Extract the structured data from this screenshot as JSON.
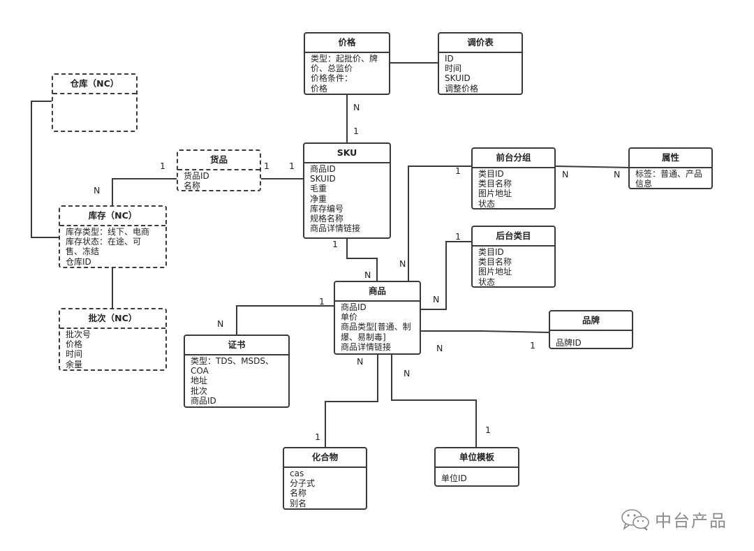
{
  "entities": {
    "price": {
      "title": "价格",
      "fields": [
        "类型：起批价、牌",
        "价、总监价",
        "价格条件：",
        "价格"
      ]
    },
    "price_adjust": {
      "title": "调价表",
      "fields": [
        "ID",
        "时间",
        "SKUID",
        "调整价格"
      ]
    },
    "warehouse": {
      "title": "仓库（NC）",
      "fields": []
    },
    "goods": {
      "title": "货品",
      "fields": [
        "货品ID",
        "名称"
      ]
    },
    "sku": {
      "title": "SKU",
      "fields": [
        "商品ID",
        "SKUID",
        "毛重",
        "净重",
        "库存编号",
        "规格名称",
        "商品详情链接"
      ]
    },
    "front_group": {
      "title": "前台分组",
      "fields": [
        "类目ID",
        "类目名称",
        "图片地址",
        "状态"
      ]
    },
    "attribute": {
      "title": "属性",
      "fields": [
        "标签：普通、产品",
        "信息"
      ]
    },
    "inventory": {
      "title": "库存（NC）",
      "fields": [
        "库存类型：线下、电商",
        "库存状态：在途、可",
        "售、冻结",
        "仓库ID"
      ]
    },
    "back_category": {
      "title": "后台类目",
      "fields": [
        "类目ID",
        "类目名称",
        "图片地址",
        "状态"
      ]
    },
    "product": {
      "title": "商品",
      "fields": [
        "商品ID",
        "单价",
        "商品类型[普通、制",
        "爆、易制毒]",
        "商品详情链接"
      ]
    },
    "batch": {
      "title": "批次（NC）",
      "fields": [
        "批次号",
        "价格",
        "时间",
        "余量"
      ]
    },
    "certificate": {
      "title": "证书",
      "fields": [
        "类型：TDS、MSDS、",
        "COA",
        "地址",
        "批次",
        "商品ID"
      ]
    },
    "brand": {
      "title": "品牌",
      "fields": [
        "品牌ID"
      ]
    },
    "compound": {
      "title": "化合物",
      "fields": [
        "cas",
        "分子式",
        "名称",
        "别名"
      ]
    },
    "unit_template": {
      "title": "单位模板",
      "fields": [
        "单位ID"
      ]
    }
  },
  "cardinality": {
    "price_sku_n": "N",
    "price_sku_1": "1",
    "goods_inventory_1": "1",
    "goods_inventory_n": "N",
    "goods_sku_goods": "1",
    "goods_sku_sku": "1",
    "sku_product_1": "1",
    "sku_product_n": "N",
    "product_front_1": "1",
    "product_front_n": "N",
    "front_attr_n1": "N",
    "front_attr_n2": "N",
    "product_back_1": "1",
    "product_back_n": "N",
    "product_cert_1": "1",
    "product_cert_n": "N",
    "product_brand_n": "N",
    "product_brand_1": "1",
    "product_compound_n": "N",
    "product_compound_1": "1",
    "product_unit_n": "N",
    "product_unit_1": "1"
  },
  "watermark": {
    "text": "中台产品"
  },
  "colors": {
    "line": "#3a3a3a",
    "border": "#3a3a3a",
    "watermark": "#8a8a8a"
  }
}
